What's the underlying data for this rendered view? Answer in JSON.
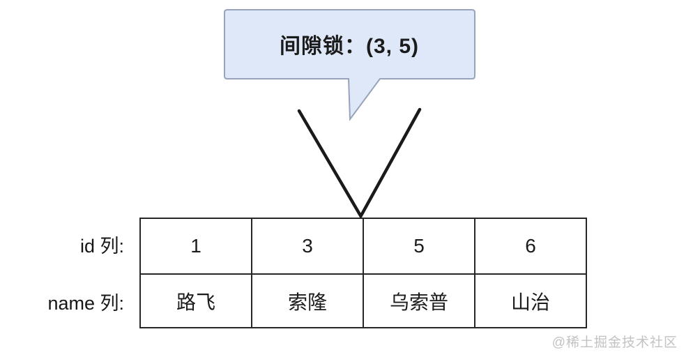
{
  "callout": {
    "label": "间隙锁：(3, 5)"
  },
  "table": {
    "row_labels": [
      "id 列:",
      "name 列:"
    ],
    "id_values": [
      "1",
      "3",
      "5",
      "6"
    ],
    "name_values": [
      "路飞",
      "索隆",
      "乌索普",
      "山治"
    ]
  },
  "watermark": {
    "text": "@稀土掘金技术社区"
  },
  "diagram": {
    "colors": {
      "callout_fill": "#dfe8f9",
      "callout_border": "#97a3bb",
      "pointer_line": "#1a1a1a",
      "table_border": "#262626",
      "text": "#1b1b1b",
      "watermark": "#c2c2c2"
    }
  }
}
